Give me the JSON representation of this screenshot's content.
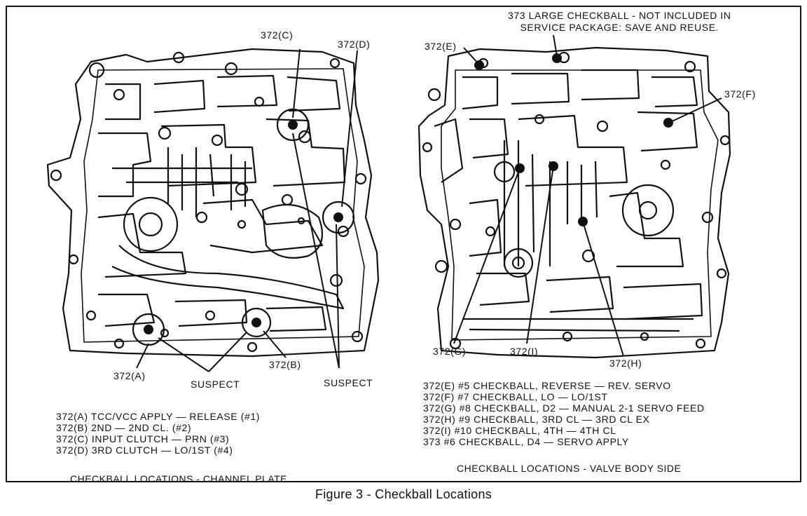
{
  "figure_caption": "Figure 3 - Checkball Locations",
  "left_plate": {
    "caption": "CHECKBALL LOCATIONS - CHANNEL PLATE",
    "labels": {
      "a": "372(A)",
      "b": "372(B)",
      "c": "372(C)",
      "d": "372(D)",
      "suspect_left": "SUSPECT",
      "suspect_right": "SUSPECT"
    },
    "legend": [
      "372(A)  TCC/VCC APPLY  —  RELEASE (#1)",
      "372(B)  2ND  —  2ND CL. (#2)",
      "372(C)  INPUT CLUTCH  —  PRN (#3)",
      "372(D)  3RD CLUTCH  —  LO/1ST (#4)"
    ]
  },
  "right_plate": {
    "caption": "CHECKBALL LOCATIONS - VALVE BODY SIDE",
    "note_373": [
      "373 LARGE CHECKBALL - NOT INCLUDED IN",
      "SERVICE PACKAGE: SAVE AND REUSE."
    ],
    "labels": {
      "e": "372(E)",
      "f": "372(F)",
      "g": "372(G)",
      "h": "372(H)",
      "i": "372(I)"
    },
    "legend": [
      "372(E)  #5 CHECKBALL, REVERSE  —  REV. SERVO",
      "372(F)  #7 CHECKBALL, LO  —  LO/1ST",
      "372(G)  #8 CHECKBALL, D2  —  MANUAL 2-1 SERVO FEED",
      "372(H)  #9 CHECKBALL, 3RD CL  —  3RD CL EX",
      "372(I)   #10 CHECKBALL, 4TH  —  4TH CL",
      "373       #6 CHECKBALL, D4  —  SERVO APPLY"
    ]
  }
}
